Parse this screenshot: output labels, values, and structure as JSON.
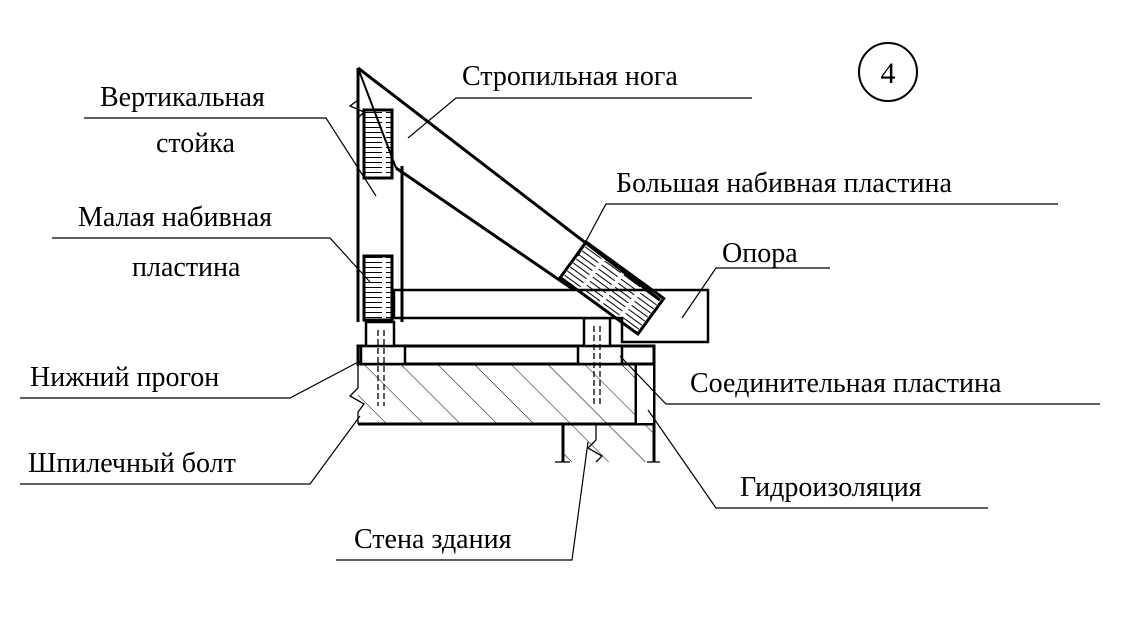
{
  "diagram": {
    "number": "4",
    "labels": {
      "vertical_post_line1": "Вертикальная",
      "vertical_post_line2": "стойка",
      "rafter": "Стропильная нога",
      "small_plate_line1": "Малая набивная",
      "small_plate_line2": "пластина",
      "large_plate": "Большая набивная пластина",
      "support": "Опора",
      "bottom_purlin": "Нижний прогон",
      "connecting_plate": "Соединительная пластина",
      "stud_bolt": "Шпилечный болт",
      "waterproofing": "Гидроизоляция",
      "building_wall": "Стена здания"
    }
  }
}
